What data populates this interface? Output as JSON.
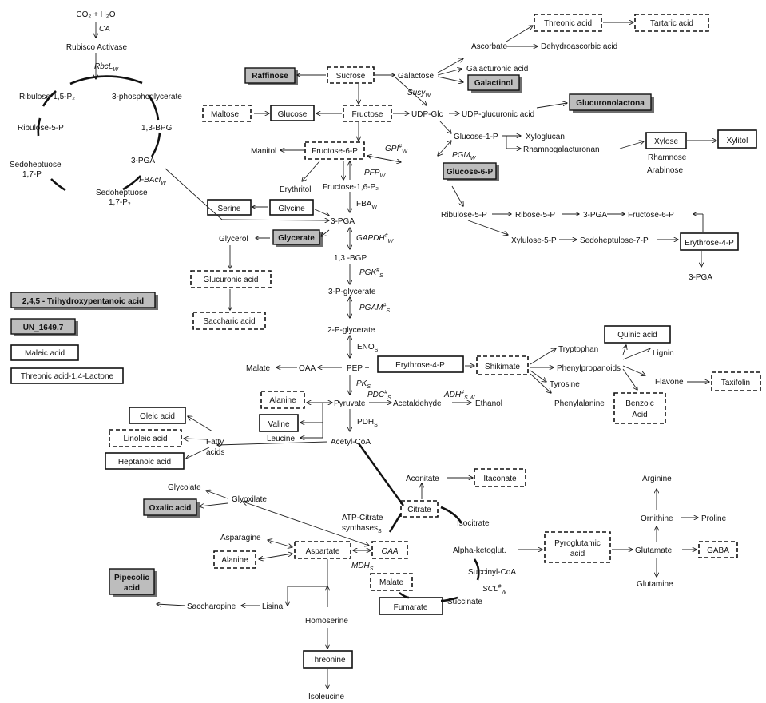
{
  "nodes": {
    "co2_h2o": "CO₂ + H₂O",
    "ca": "CA",
    "rubisco_activase": "Rubisco Activase",
    "rbcl": "RbcL",
    "rbcl_sub": "W",
    "ribulose_15p2": "Ribulose-1,5-P₂",
    "phosphoglycerate_3": "3-phosphoglycerate",
    "ribulose_5p_left": "Ribulose-5-P",
    "bpg_13": "1,3-BPG",
    "pga_3_left": "3-PGA",
    "sedoheptuose_17p_a": "Sedoheptuose",
    "sedoheptuose_17p_b": "1,7-P",
    "fbaci": "FBAcI",
    "fbaci_sub": "W",
    "sedoheptuose_17p2_a": "Sedoheptuose",
    "sedoheptuose_17p2_b": "1,7-P₂",
    "raffinose": "Raffinose",
    "sucrose": "Sucrose",
    "galactose": "Galactose",
    "ascorbate": "Ascorbate",
    "threonic_acid": "Threonic acid",
    "tartaric_acid": "Tartaric acid",
    "dehydroascorbic_acid": "Dehydroascorbic acid",
    "galacturonic_acid": "Galacturonic acid",
    "galactinol": "Galactinol",
    "susy": "Susy",
    "susy_sub": "W",
    "maltose": "Maltose",
    "glucose": "Glucose",
    "fructose": "Fructose",
    "udp_glc": "UDP-Glc",
    "udp_glucuronic_acid": "UDP-glucuronic acid",
    "glucuronolactona": "Glucuronolactona",
    "manitol": "Manitol",
    "fructose_6p": "Fructose-6-P",
    "gpi": "GPI",
    "gpi_sup": "#",
    "gpi_sub": "W",
    "glucose_1p": "Glucose-1-P",
    "xyloglucan": "Xyloglucan",
    "rhamnogalacturonan": "Rhamnogalacturonan",
    "xylose": "Xylose",
    "xylitol": "Xylitol",
    "rhamnose": "Rhamnose",
    "arabinose": "Arabinose",
    "pgm": "PGM",
    "pgm_sub": "W",
    "glucose_6p": "Glucose-6-P",
    "pfp": "PFP",
    "pfp_sub": "W",
    "erythritol": "Erythritol",
    "fructose_16p2": "Fructose-1,6-P₂",
    "fba": "FBA",
    "fba_sub": "W",
    "serine": "Serine",
    "glycine": "Glycine",
    "pga_3_mid": "3-PGA",
    "ribulose_5p": "Ribulose-5-P",
    "ribose_5p": "Ribose-5-P",
    "pga_3_right": "3-PGA",
    "fructose_6p_right": "Fructose-6-P",
    "xylulose_5p": "Xylulose-5-P",
    "sedoheptulose_7p": "Sedoheptulose-7-P",
    "erythrose_4p_right": "Erythrose-4-P",
    "pga_3_bottom_right": "3-PGA",
    "glycerol": "Glycerol",
    "glycerate": "Glycerate",
    "gapdh": "GAPDH",
    "gapdh_sup": "#",
    "gapdh_sub": "W",
    "bgp_13": "1,3 -BGP",
    "glucuronic_acid": "Glucuronic acid",
    "pgk": "PGK",
    "pgk_sup": "#",
    "pgk_sub": "S",
    "p_glycerate_3": "3-P-glycerate",
    "trihydroxypentanoic": "2,4,5 - Trihydroxypentanoic acid",
    "pgam": "PGAM",
    "pgam_sup": "#",
    "pgam_sub": "S",
    "saccharic_acid": "Saccharic acid",
    "un_1649": "UN_1649.7",
    "p_glycerate_2": "2-P-glycerate",
    "quinic_acid": "Quinic acid",
    "maleic_acid": "Maleic acid",
    "eno": "ENO",
    "eno_sub": "S",
    "threonic_lactone": "Threonic acid-1,4-Lactone",
    "tryptophan": "Tryptophan",
    "lignin": "Lignin",
    "malate_top": "Malate",
    "oaa_top": "OAA",
    "pep": "PEP  +",
    "erythrose_4p": "Erythrose-4-P",
    "shikimate": "Shikimate",
    "phenylpropanoids": "Phenylpropanoids",
    "flavone": "Flavone",
    "taxifolin": "Taxifolin",
    "pk": "PK",
    "pk_sub": "S",
    "tyrosine": "Tyrosine",
    "alanine_top": "Alanine",
    "pyruvate": "Pyruvate",
    "pdc": "PDC",
    "pdc_sup": "#",
    "pdc_sub": "S",
    "acetaldehyde": "Acetaldehyde",
    "adh": "ADH",
    "adh_sup": "#",
    "adh_sub": "S W",
    "ethanol": "Ethanol",
    "phenylalanine": "Phenylalanine",
    "benzoic_acid_a": "Benzoic",
    "benzoic_acid_b": "Acid",
    "oleic_acid": "Oleic acid",
    "valine": "Valine",
    "pdh": "PDH",
    "pdh_sub": "S",
    "linoleic_acid": "Linoleic acid",
    "fatty_acids_a": "Fatty",
    "fatty_acids_b": "acids",
    "leucine": "Leucine",
    "acetyl_coa": "Acetyl-CoA",
    "heptanoic_acid": "Heptanoic acid",
    "aconitate": "Aconitate",
    "itaconate": "Itaconate",
    "arginine": "Arginine",
    "glycolate": "Glycolate",
    "glyoxilate": "Glyoxilate",
    "oxalic_acid": "Oxalic acid",
    "citrate": "Citrate",
    "atp_citrate_a": "ATP-Citrate",
    "atp_citrate_b": "synthases",
    "atp_citrate_sub": "S",
    "isocitrate": "Isocitrate",
    "ornithine": "Ornithine",
    "proline": "Proline",
    "asparagine": "Asparagine",
    "aspartate": "Aspartate",
    "oaa_cycle": "OAA",
    "alpha_ketoglut": "Alpha-ketoglut.",
    "pyroglutamic_a": "Pyroglutamic",
    "pyroglutamic_b": "acid",
    "glutamate": "Glutamate",
    "gaba": "GABA",
    "alanine_bottom": "Alanine",
    "mdh": "MDH",
    "mdh_sub": "S",
    "succinyl_coa": "Succinyl-CoA",
    "glutamine": "Glutamine",
    "pipecolic_a": "Pipecolic",
    "pipecolic_b": "acid",
    "saccharopine": "Saccharopine",
    "lisina": "Lisina",
    "malate_cycle": "Malate",
    "scl": "SCL",
    "scl_sup": "#",
    "scl_sub": "W",
    "fumarate": "Fumarate",
    "succinate": "Succinate",
    "homoserine": "Homoserine",
    "threonine": "Threonine",
    "isoleucine": "Isoleucine"
  },
  "colors": {
    "gray_box": "#bdbdbd",
    "gray_shadow": "#6f6f6f",
    "line": "#111111"
  }
}
